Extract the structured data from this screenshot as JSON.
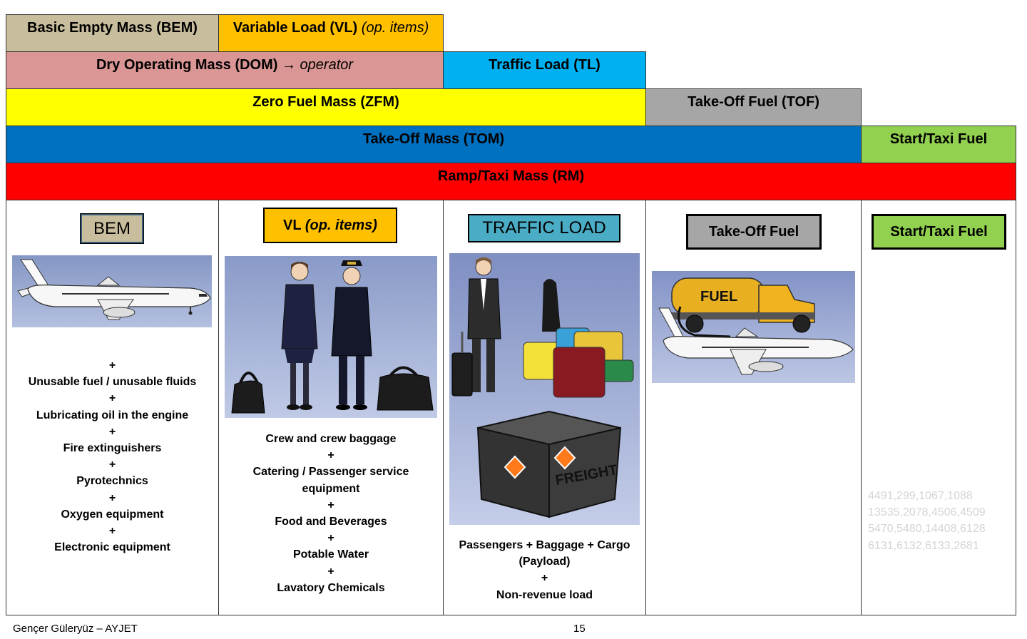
{
  "bars": {
    "bem": "Basic Empty Mass (BEM)",
    "vl_main": "Variable Load (VL)",
    "vl_note": "(op. items)",
    "dom_main": "Dry Operating Mass (DOM)",
    "dom_arrow": "→",
    "dom_note": "operator",
    "tl": "Traffic Load (TL)",
    "zfm": "Zero Fuel Mass (ZFM)",
    "tof": "Take-Off Fuel (TOF)",
    "tom": "Take-Off Mass (TOM)",
    "stf": "Start/Taxi Fuel",
    "rm": "Ramp/Taxi Mass (RM)"
  },
  "columns": {
    "bem": {
      "tag": "BEM",
      "items": [
        "+",
        "Unusable fuel / unusable fluids",
        "+",
        "Lubricating oil in the engine",
        "+",
        "Fire extinguishers",
        "+",
        "Pyrotechnics",
        "+",
        "Oxygen equipment",
        "+",
        "Electronic equipment"
      ]
    },
    "vl": {
      "tag_main": "VL",
      "tag_note": "(op. items)",
      "items": [
        "Crew and crew baggage",
        "+",
        "Catering / Passenger service",
        "equipment",
        "+",
        "Food and Beverages",
        "+",
        "Potable Water",
        "+",
        "Lavatory Chemicals"
      ]
    },
    "tl": {
      "tag": "TRAFFIC LOAD",
      "freight_label": "FREIGHT",
      "items": [
        "Passengers + Baggage + Cargo",
        "(Payload)",
        "+",
        "Non-revenue load"
      ]
    },
    "tof": {
      "tag": "Take-Off Fuel",
      "truck_label": "FUEL"
    },
    "stf": {
      "tag": "Start/Taxi Fuel",
      "faint_numbers": [
        "4491,299,1067,1088",
        "13535,2078,4506,4509",
        "5470,5480,14408,6128",
        "6131,6132,6133,2681"
      ]
    }
  },
  "footer": {
    "author": "Gençer Güleryüz – AYJET",
    "page": "15"
  },
  "colors": {
    "bem": "#c8bd9c",
    "vl": "#ffc000",
    "dom": "#da9694",
    "tl": "#00b0f0",
    "zfm": "#ffff00",
    "tof": "#a6a6a6",
    "tom": "#0070c0",
    "stf": "#92d050",
    "rm": "#ff0000"
  }
}
